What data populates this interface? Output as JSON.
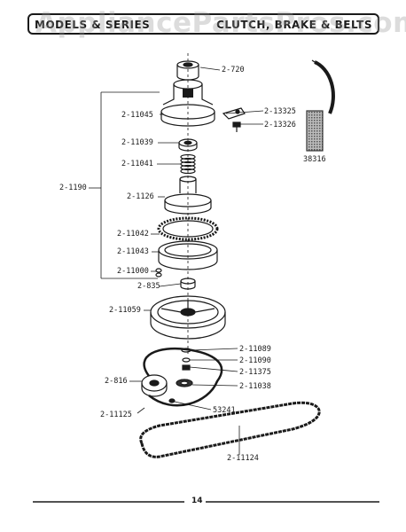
{
  "header": {
    "left_title": "MODELS & SERIES",
    "right_title": "CLUTCH, BRAKE & BELTS",
    "watermark": "AppliancePartsPros.com"
  },
  "parts": [
    {
      "id": "p720",
      "number": "2-720"
    },
    {
      "id": "p11045",
      "number": "2-11045"
    },
    {
      "id": "p13325",
      "number": "2-13325"
    },
    {
      "id": "p13326",
      "number": "2-13326"
    },
    {
      "id": "p11039",
      "number": "2-11039"
    },
    {
      "id": "p11041",
      "number": "2-11041"
    },
    {
      "id": "p1190",
      "number": "2-1190"
    },
    {
      "id": "p1126",
      "number": "2-1126"
    },
    {
      "id": "p11042",
      "number": "2-11042"
    },
    {
      "id": "p11043",
      "number": "2-11043"
    },
    {
      "id": "p11000",
      "number": "2-11000"
    },
    {
      "id": "p835",
      "number": "2-835"
    },
    {
      "id": "p11059",
      "number": "2-11059"
    },
    {
      "id": "p11089",
      "number": "2-11089"
    },
    {
      "id": "p11090",
      "number": "2-11090"
    },
    {
      "id": "p11375",
      "number": "2-11375"
    },
    {
      "id": "p816",
      "number": "2-816"
    },
    {
      "id": "p11038",
      "number": "2-11038"
    },
    {
      "id": "p53241",
      "number": "53241"
    },
    {
      "id": "p11125",
      "number": "2-11125"
    },
    {
      "id": "p11124",
      "number": "2-11124"
    },
    {
      "id": "p38316",
      "number": "38316"
    }
  ],
  "page_number": "14"
}
